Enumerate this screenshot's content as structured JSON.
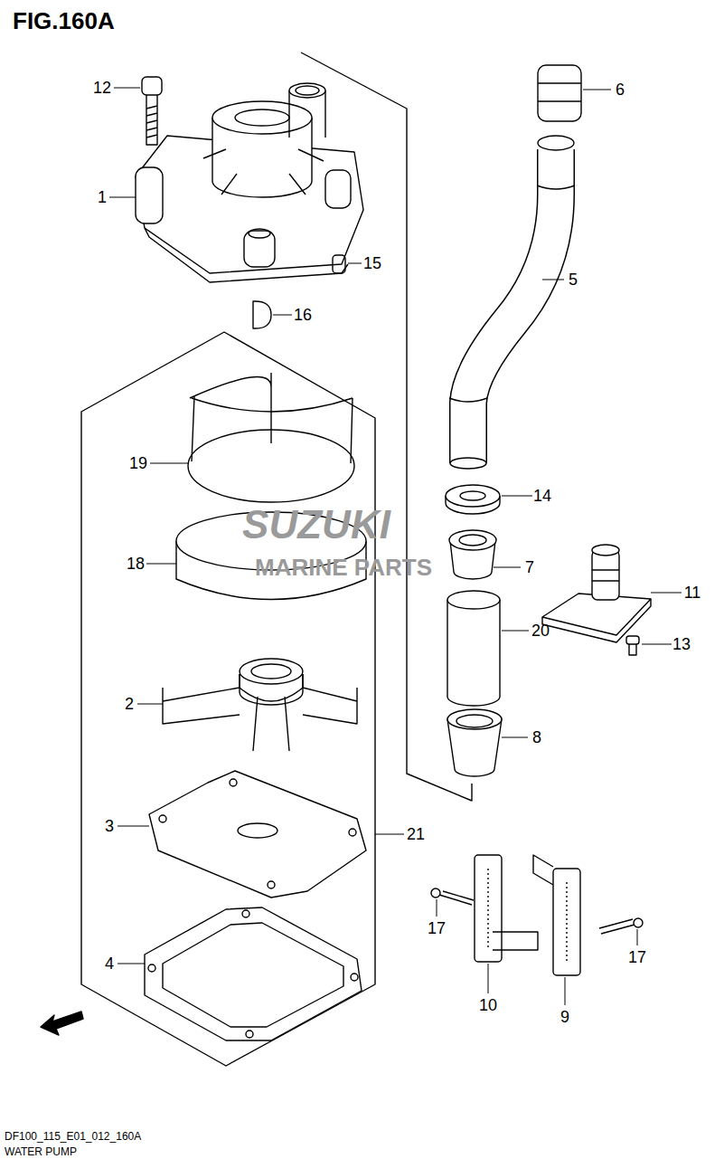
{
  "diagram": {
    "title": "FIG.160A",
    "labels": [
      "12",
      "1",
      "15",
      "16",
      "6",
      "5",
      "19",
      "14",
      "18",
      "7",
      "11",
      "20",
      "13",
      "2",
      "8",
      "3",
      "21",
      "4",
      "17",
      "10",
      "9",
      "17",
      "SUZUKI",
      "MARINE PARTS",
      "DF100_115_E01_012_160A",
      "WATER PUMP"
    ]
  }
}
